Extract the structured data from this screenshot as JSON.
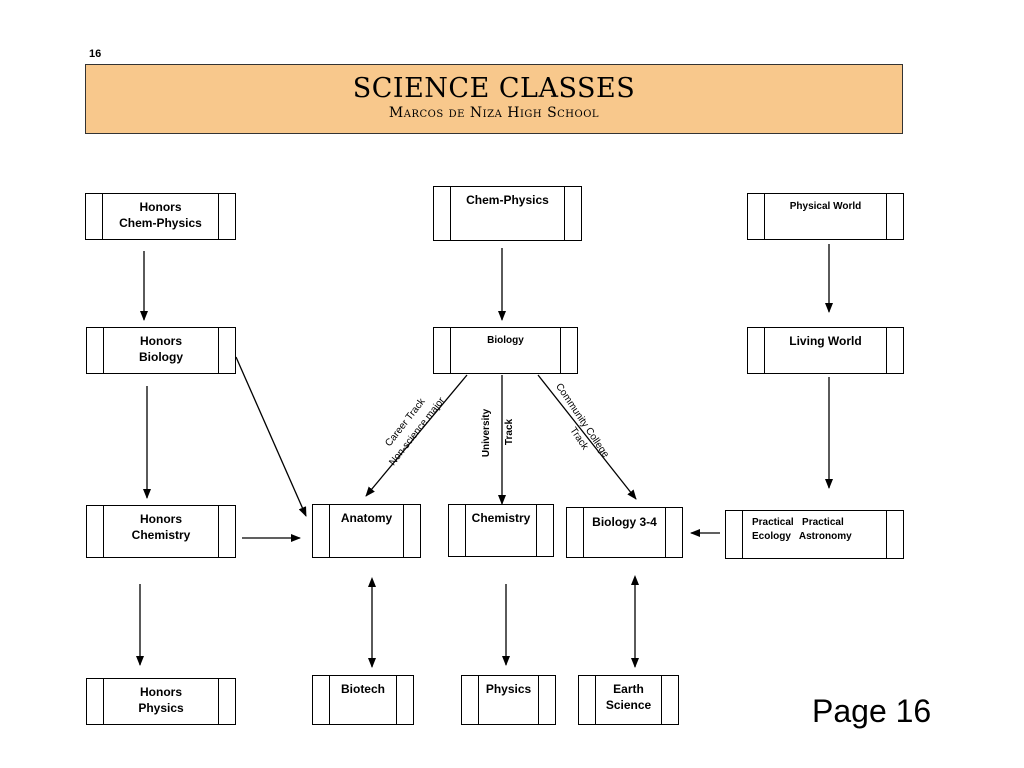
{
  "page_number_small": "16",
  "header": {
    "title": "SCIENCE CLASSES",
    "subtitle": "Marcos de Niza High School"
  },
  "boxes": {
    "honors_chem_physics": "Honors\nChem-Physics",
    "chem_physics": "Chem-Physics",
    "physical_world": "Physical World",
    "honors_biology": "Honors\nBiology",
    "biology": "Biology",
    "living_world": "Living World",
    "honors_chemistry": "Honors\nChemistry",
    "anatomy": "Anatomy",
    "chemistry": "Chemistry",
    "biology_3_4": "Biology 3-4",
    "practical_ecology_astronomy": "Practical   Practical\nEcology   Astronomy",
    "honors_physics": "Honors\nPhysics",
    "biotech": "Biotech",
    "physics": "Physics",
    "earth_science": "Earth\nScience"
  },
  "tracks": {
    "career": "Career Track",
    "non_science": "Non-science major",
    "university": "University",
    "university_track": "Track",
    "community_college": "Community College",
    "community_track": "Track"
  },
  "footer": {
    "page_label": "Page 16"
  }
}
